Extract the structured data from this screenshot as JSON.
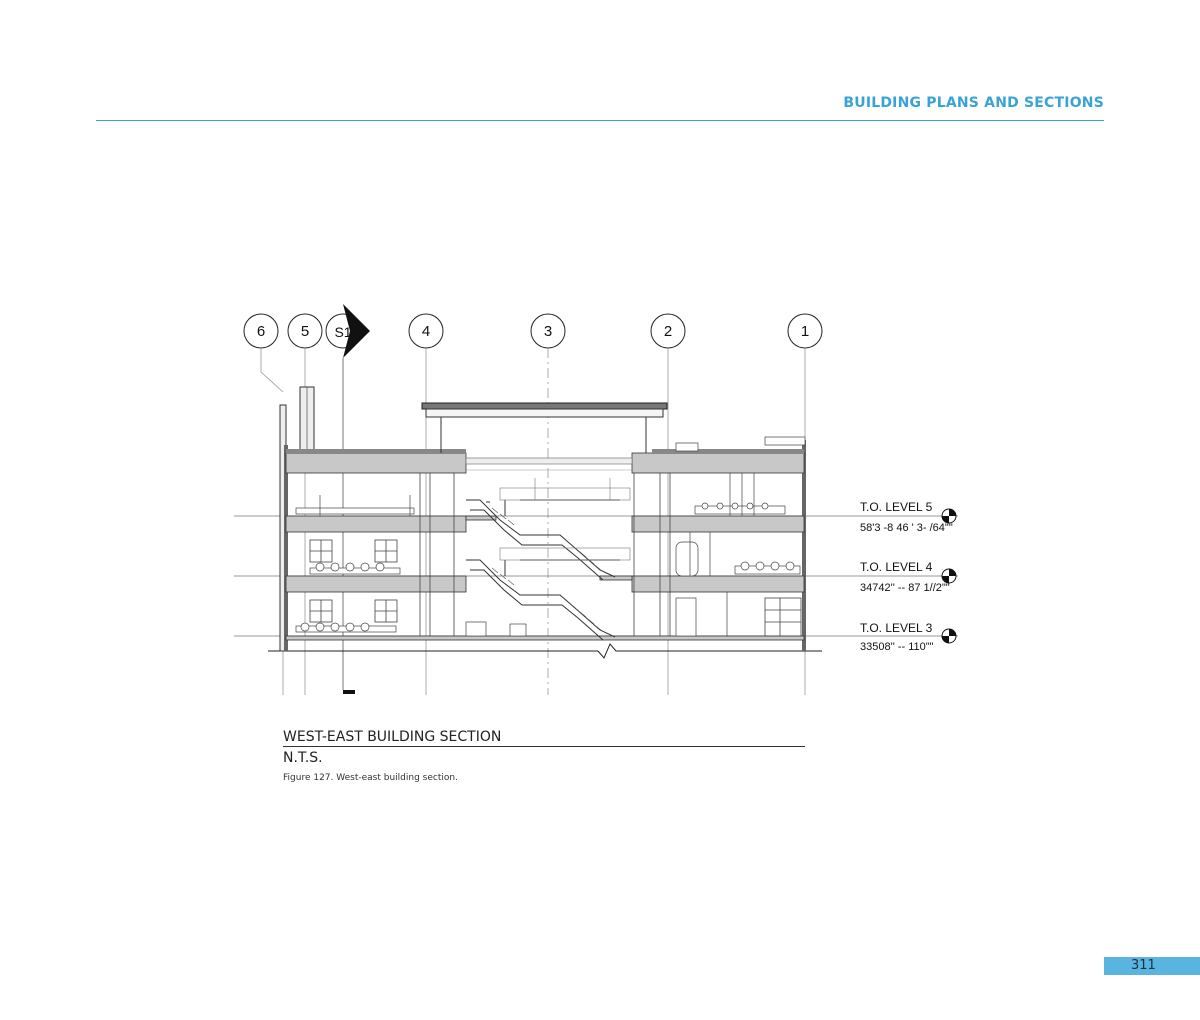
{
  "header": {
    "title": "BUILDING PLANS AND SECTIONS",
    "accent_color": "#3aa3d6"
  },
  "drawing": {
    "gridlines": [
      "6",
      "5",
      "4",
      "3",
      "2",
      "1"
    ],
    "section_marker": "S1",
    "levels": [
      {
        "name": "T.O. LEVEL 5",
        "elevation": "58'3 -8 46 ' 3- /64\"\""
      },
      {
        "name": "T.O. LEVEL 4",
        "elevation": "34742'' -- 87 1//2\"\""
      },
      {
        "name": "T.O. LEVEL 3",
        "elevation": "33508'' -- 110\"\""
      }
    ]
  },
  "section": {
    "title": "WEST-EAST BUILDING SECTION",
    "scale": "N.T.S.",
    "caption": "Figure 127. West-east building section."
  },
  "footer": {
    "page_number": "311",
    "tab_color": "#5ab4e0"
  }
}
